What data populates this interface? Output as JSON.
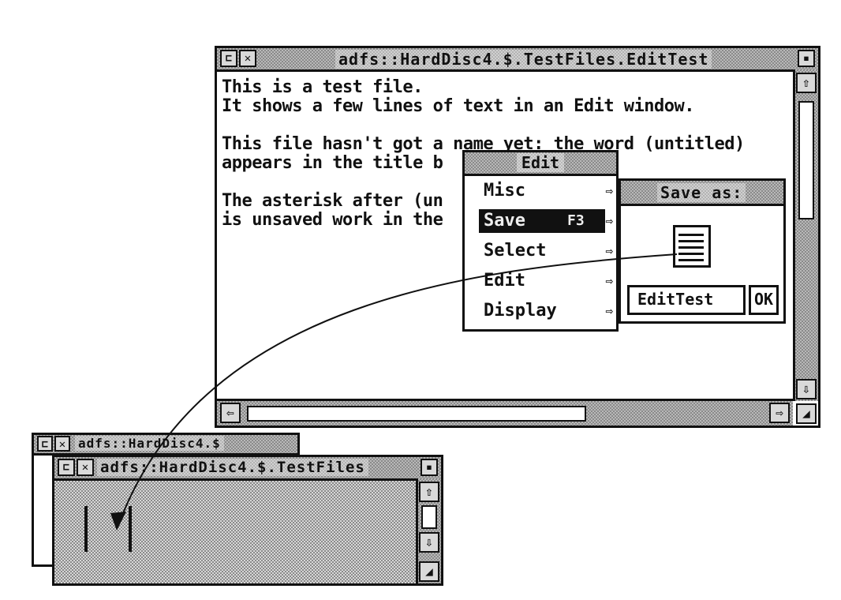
{
  "edit_window": {
    "title": "adfs::HardDisc4.$.TestFiles.EditTest",
    "lines": [
      "This is a test file.",
      "It shows a few lines of text in an Edit window.",
      "",
      "This file hasn't got a name yet: the word (untitled)",
      "appears in the title b",
      "",
      "The asterisk after (un",
      "is unsaved work in the"
    ]
  },
  "edit_menu": {
    "title": "Edit",
    "items": [
      {
        "label": "Misc"
      },
      {
        "label": "Save",
        "shortcut": "F3",
        "selected": true
      },
      {
        "label": "Select"
      },
      {
        "label": "Edit"
      },
      {
        "label": "Display"
      }
    ]
  },
  "save_dialog": {
    "title": "Save as:",
    "filename": "EditTest",
    "ok_label": "OK"
  },
  "filer_back": {
    "title": "adfs::HardDisc4.$"
  },
  "filer_front": {
    "title": "adfs::HardDisc4.$.TestFiles"
  },
  "icons": {
    "back_icon": "back-arrow-icon",
    "close_icon": "close-icon",
    "toggle_icon": "toggle-size-icon",
    "scroll_up": "arrow-up-icon",
    "scroll_down": "arrow-down-icon",
    "scroll_left": "arrow-left-icon",
    "scroll_right": "arrow-right-icon",
    "resize": "resize-icon",
    "submenu": "submenu-arrow-icon",
    "text_file": "text-file-icon"
  }
}
